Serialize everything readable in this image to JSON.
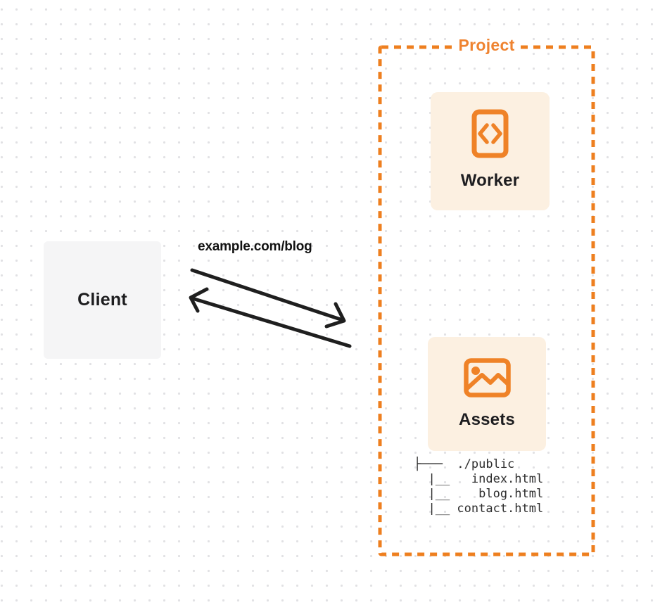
{
  "diagram": {
    "title": "Worker with static assets routing diagram",
    "accent_color": "#ee7f1f",
    "card_bg_color": "#fcf0e1",
    "client_bg_color": "#f5f5f6",
    "arrow_color": "#1f1f1f",
    "dot_grid_color": "#e1e1e4"
  },
  "client": {
    "label": "Client"
  },
  "request": {
    "label": "example.com/blog"
  },
  "project": {
    "label": "Project",
    "worker": {
      "label": "Worker",
      "icon": "code-file-icon"
    },
    "assets": {
      "label": "Assets",
      "icon": "image-icon",
      "file_tree": {
        "root": "./public",
        "files": [
          "index.html",
          "blog.html",
          "contact.html"
        ],
        "text": "├───  ./public\n  |__   index.html\n  |__    blog.html\n  |__ contact.html"
      }
    }
  }
}
